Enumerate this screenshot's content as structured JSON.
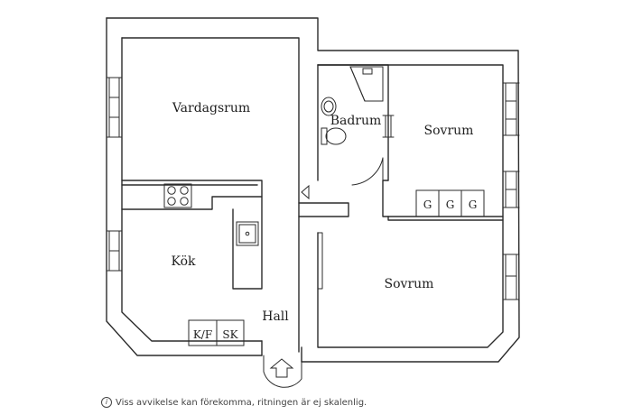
{
  "rooms": {
    "vardagsrum": "Vardagsrum",
    "badrum": "Badrum",
    "sovrum_top": "Sovrum",
    "kok": "Kök",
    "hall": "Hall",
    "sovrum_bottom": "Sovrum"
  },
  "fixtures": {
    "closets": [
      "G",
      "G",
      "G"
    ],
    "kf": "K/F",
    "sk": "SK"
  },
  "footer": {
    "icon": "info-icon",
    "disclaimer": "Viss avvikelse kan förekomma, ritningen är ej skalenlig."
  }
}
